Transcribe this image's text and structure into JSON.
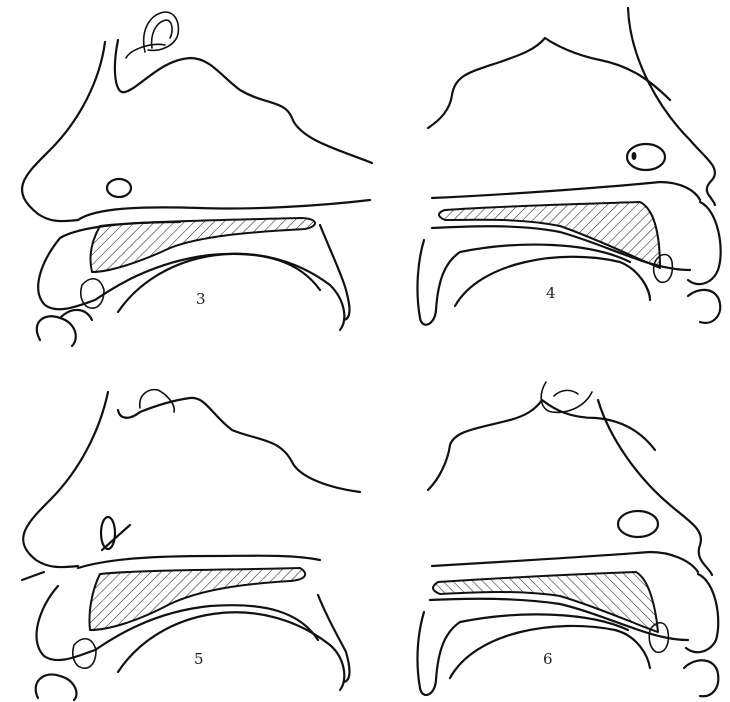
{
  "figures": [
    {
      "id": "fig-3",
      "label": "3"
    },
    {
      "id": "fig-4",
      "label": "4"
    },
    {
      "id": "fig-5",
      "label": "5"
    },
    {
      "id": "fig-6",
      "label": "6"
    }
  ]
}
